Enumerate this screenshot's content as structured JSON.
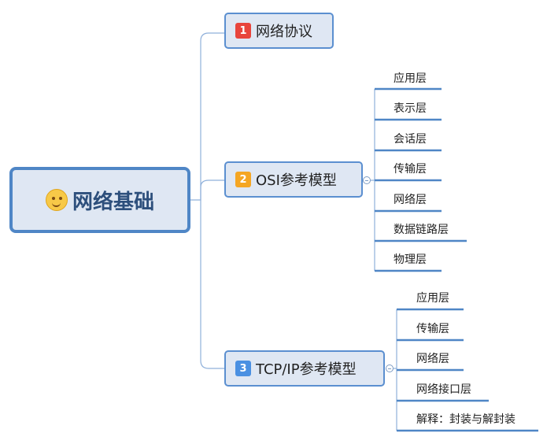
{
  "root": {
    "label": "网络基础",
    "icon": "smiley-emoji-icon"
  },
  "branches": [
    {
      "badge": "1",
      "badge_color": "#e8453c",
      "label": "网络协议",
      "leaves": []
    },
    {
      "badge": "2",
      "badge_color": "#f5a623",
      "label": "OSI参考模型",
      "leaves": [
        "应用层",
        "表示层",
        "会话层",
        "传输层",
        "网络层",
        "数据链路层",
        "物理层"
      ]
    },
    {
      "badge": "3",
      "badge_color": "#4a90e2",
      "label": "TCP/IP参考模型",
      "leaves": [
        "应用层",
        "传输层",
        "网络层",
        "网络接口层",
        "解释：封装与解封装"
      ]
    }
  ],
  "colors": {
    "line": "#6f9bd1",
    "underline": "#4f86c6",
    "node_fill": "#dfe7f3"
  }
}
